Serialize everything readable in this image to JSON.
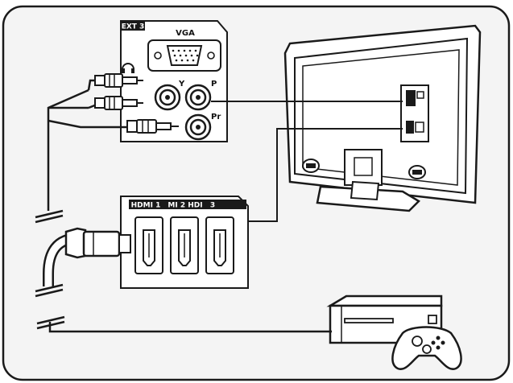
{
  "ext3_panel": {
    "badge": "EXT 3",
    "vga_label": "VGA",
    "y_label": "Y",
    "pb_label": "P",
    "pr_label": "Pr"
  },
  "hdmi_panel": {
    "strip_labels": [
      "HDMI 1",
      "MI 2 HDI",
      "3"
    ]
  },
  "colors": {
    "line": "#1a1a1a",
    "frame_fill": "#f3f3f3",
    "panel_fill": "#ffffff",
    "label_bar": "#1a1a1a"
  },
  "icons": [
    "tv-icon",
    "game-console-icon",
    "game-controller-icon",
    "headphone-icon"
  ]
}
